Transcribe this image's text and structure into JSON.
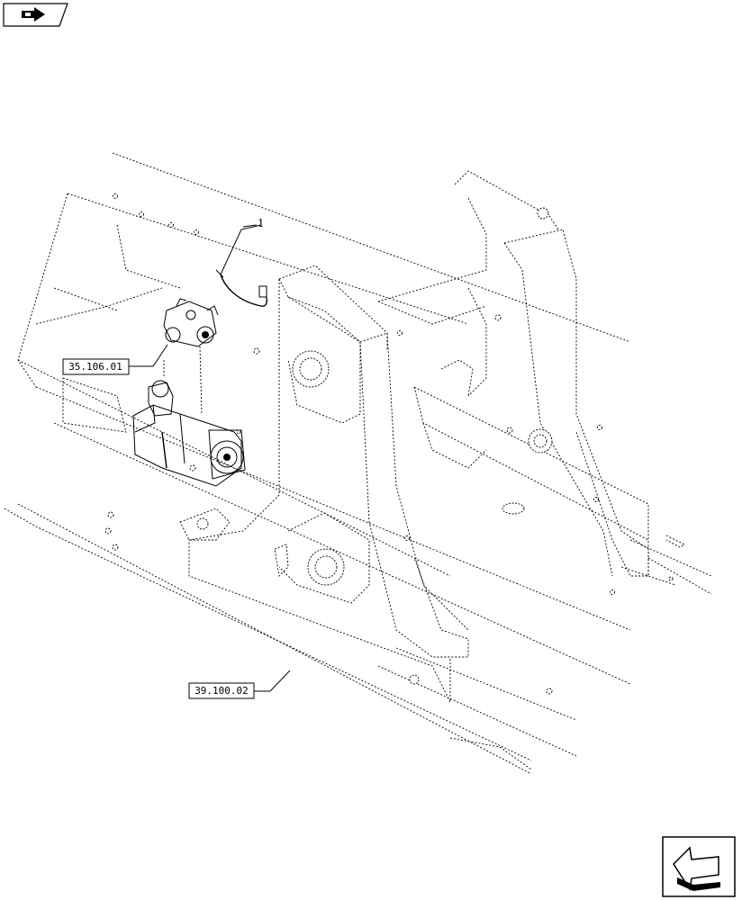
{
  "header": {
    "icon": "prev-page-arrow-icon"
  },
  "callouts": [
    {
      "id": "item-1",
      "label": "1"
    }
  ],
  "references": [
    {
      "id": "ref-35",
      "label": "35.106.01"
    },
    {
      "id": "ref-39",
      "label": "39.100.02"
    }
  ],
  "footer": {
    "icon": "next-page-arrow-icon"
  }
}
